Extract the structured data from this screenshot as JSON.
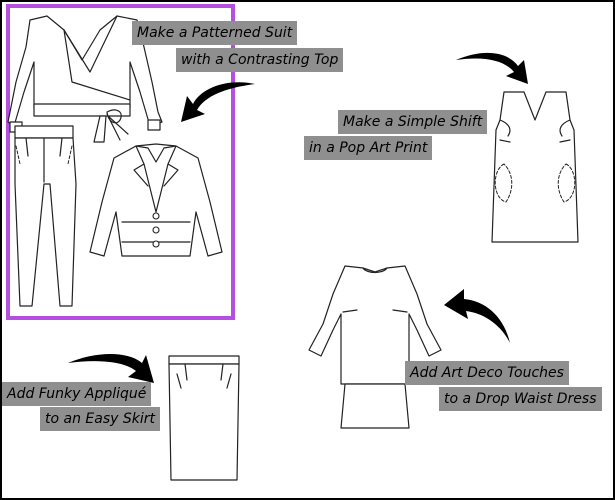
{
  "captions": {
    "suit_line1": "Make a Patterned Suit",
    "suit_line2": "with a Contrasting Top",
    "shift_line1": "Make a Simple Shift",
    "shift_line2": "in a Pop Art Print",
    "dress_line1": "Add Art Deco Touches",
    "dress_line2": "to a Drop Waist Dress",
    "skirt_line1": "Add Funky Appliqué",
    "skirt_line2": "to an Easy Skirt"
  },
  "colors": {
    "highlight_border": "#b44fe0",
    "caption_background": "#8f8f8f"
  },
  "icons": [
    "curved-arrow-icon"
  ]
}
